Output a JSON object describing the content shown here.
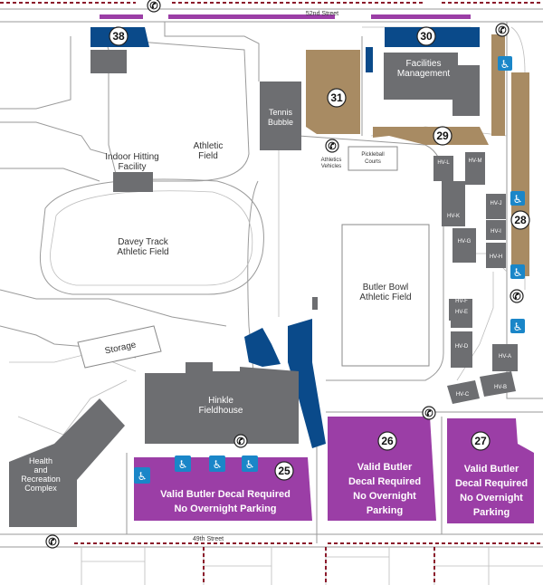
{
  "streets": {
    "north": "52nd Street",
    "south": "49th Street"
  },
  "buildings": {
    "facilities": [
      "Facilities",
      "Management"
    ],
    "tennis": [
      "Tennis",
      "Bubble"
    ],
    "indoor_hitting": [
      "Indoor Hitting",
      "Facility"
    ],
    "athletic_field": [
      "Athletic",
      "Field"
    ],
    "davey_track": [
      "Davey Track",
      "Athletic Field"
    ],
    "storage": "Storage",
    "butler_bowl": [
      "Butler Bowl",
      "Athletic Field"
    ],
    "hinkle": [
      "Hinkle",
      "Fieldhouse"
    ],
    "health_rec": [
      "Health",
      "and",
      "Recreation",
      "Complex"
    ],
    "athletics_vehicles": [
      "Athletics",
      "Vehicles"
    ],
    "pickleball": [
      "Pickleball",
      "Courts"
    ]
  },
  "housing": [
    "HV-L",
    "HV-M",
    "HV-K",
    "HV-J",
    "HV-I",
    "HV-H",
    "HV-G",
    "HV-F",
    "HV-E",
    "HV-D",
    "HV-A",
    "HV-C",
    "HV-B"
  ],
  "lots": {
    "n38": "38",
    "n30": "30",
    "n31": "31",
    "n29": "29",
    "n28": "28",
    "n25": "25",
    "n26": "26",
    "n27": "27"
  },
  "lot_texts": {
    "lot25": [
      "Valid Butler Decal Required",
      "No Overnight Parking"
    ],
    "lot26": [
      "Valid Butler",
      "Decal Required",
      "No Overnight",
      "Parking"
    ],
    "lot27": [
      "Valid Butler",
      "Decal Required",
      "No Overnight",
      "Parking"
    ]
  },
  "phone_glyph": "✆",
  "accessible_glyph": "♿",
  "colors": {
    "building": "#6d6e71",
    "lot_blue": "#0a4a8a",
    "lot_purple": "#9b3ea6",
    "lot_tan": "#a88b63",
    "accessible": "#1a86c8",
    "boundary": "#8b1a2b"
  }
}
